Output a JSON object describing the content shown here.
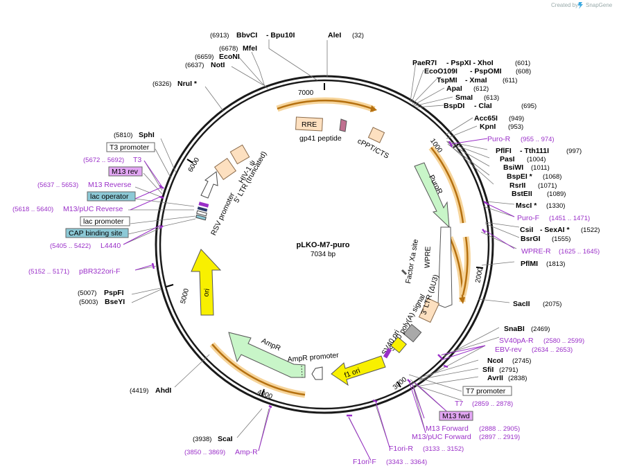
{
  "credit": {
    "created_by": "Created by",
    "brand": "SnapGene"
  },
  "plasmid": {
    "name": "pLKO-M7-puro",
    "size": "7034 bp"
  },
  "ticks": [
    "7000",
    "1000",
    "2000",
    "3000",
    "4000",
    "5000",
    "6000"
  ],
  "sites": {
    "bbvci": {
      "pos": "(6913)",
      "name": "BbvCI",
      "extra": "- Bpu10I"
    },
    "alei": {
      "name": "AleI",
      "pos": "(32)"
    },
    "mfei": {
      "pos": "(6678)",
      "name": "MfeI"
    },
    "econi": {
      "pos": "(6659)",
      "name": "EcoNI"
    },
    "noti": {
      "pos": "(6637)",
      "name": "NotI"
    },
    "nrui": {
      "pos": "(6326)",
      "name": "NruI *"
    },
    "sphi": {
      "pos": "(5810)",
      "name": "SphI"
    },
    "pspfi": {
      "pos": "(5007)",
      "name": "PspFI"
    },
    "bseyi": {
      "pos": "(5003)",
      "name": "BseYI"
    },
    "ahdi": {
      "pos": "(4419)",
      "name": "AhdI"
    },
    "scai": {
      "pos": "(3938)",
      "name": "ScaI"
    },
    "paer7i": {
      "name": "PaeR7I",
      "extra": "- PspXI  - XhoI",
      "pos": "(601)"
    },
    "eco0109i": {
      "name": "EcoO109I",
      "extra": "- PspOMI",
      "pos": "(608)"
    },
    "tspmi": {
      "name": "TspMI",
      "extra": "- XmaI",
      "pos": "(611)"
    },
    "apai": {
      "name": "ApaI",
      "pos": "(612)"
    },
    "smai": {
      "name": "SmaI",
      "pos": "(613)"
    },
    "bspdi": {
      "name": "BspDI",
      "extra": "- ClaI",
      "pos": "(695)"
    },
    "acc65i": {
      "name": "Acc65I",
      "pos": "(949)"
    },
    "kpni": {
      "name": "KpnI",
      "pos": "(953)"
    },
    "pflfi": {
      "name": "PflFI",
      "extra": "- Tth111I",
      "pos": "(997)"
    },
    "pasi": {
      "name": "PasI",
      "pos": "(1004)"
    },
    "bsiwi": {
      "name": "BsiWI",
      "pos": "(1011)"
    },
    "bspei": {
      "name": "BspEI *",
      "pos": "(1068)"
    },
    "rsrii": {
      "name": "RsrII",
      "pos": "(1071)"
    },
    "bsteii": {
      "name": "BstEII",
      "pos": "(1089)"
    },
    "msci": {
      "name": "MscI *",
      "pos": "(1330)"
    },
    "csii": {
      "name": "CsiI",
      "extra": "- SexAI *",
      "pos": "(1522)"
    },
    "bsrgi": {
      "name": "BsrGI",
      "pos": "(1555)"
    },
    "pflmi": {
      "name": "PflMI",
      "pos": "(1813)"
    },
    "sacii": {
      "name": "SacII",
      "pos": "(2075)"
    },
    "snabi": {
      "name": "SnaBI",
      "pos": "(2469)"
    },
    "ncoi": {
      "name": "NcoI",
      "pos": "(2745)"
    },
    "sfii": {
      "name": "SfiI",
      "pos": "(2791)"
    },
    "avrii": {
      "name": "AvrII",
      "pos": "(2838)"
    }
  },
  "primers": {
    "t3": {
      "pos": "(5672 .. 5692)",
      "name": "T3"
    },
    "m13rev_boxed": {
      "name": "M13 rev"
    },
    "m13reverse": {
      "pos": "(5637 .. 5653)",
      "name": "M13 Reverse"
    },
    "m13puc_rev": {
      "pos": "(5618 .. 5640)",
      "name": "M13/pUC Reverse"
    },
    "l4440": {
      "pos": "(5405 .. 5422)",
      "name": "L4440"
    },
    "pbr322ori_f": {
      "pos": "(5152 .. 5171)",
      "name": "pBR322ori-F"
    },
    "amp_r": {
      "pos": "(3850 .. 3869)",
      "name": "Amp-R"
    },
    "f1ori_f": {
      "name": "F1ori-F",
      "pos": "(3343 .. 3364)"
    },
    "f1ori_r": {
      "name": "F1ori-R",
      "pos": "(3133 .. 3152)"
    },
    "m13puc_fwd": {
      "name": "M13/pUC Forward",
      "pos": "(2897 .. 2919)"
    },
    "m13forward": {
      "name": "M13 Forward",
      "pos": "(2888 .. 2905)"
    },
    "m13fwd_boxed": {
      "name": "M13 fwd"
    },
    "t7": {
      "name": "T7",
      "pos": "(2859 .. 2878)"
    },
    "ebv_rev": {
      "name": "EBV-rev",
      "pos": "(2634 .. 2653)"
    },
    "sv40pa_r": {
      "name": "SV40pA-R",
      "pos": "(2580 .. 2599)"
    },
    "wpre_r": {
      "name": "WPRE-R",
      "pos": "(1625 .. 1645)"
    },
    "puro_f": {
      "name": "Puro-F",
      "pos": "(1451 .. 1471)"
    },
    "puro_r": {
      "name": "Puro-R",
      "pos": "(955 .. 974)"
    }
  },
  "boxed": {
    "t3_promoter": "T3 promoter",
    "lac_operator": "lac operator",
    "lac_promoter": "lac promoter",
    "cap_site": "CAP binding site",
    "t7_promoter": "T7 promoter"
  },
  "features": {
    "rre": "RRE",
    "gp41": "gp41 peptide",
    "cppt": "cPPT/CTS",
    "hiv1psi": "HIV-1 ψ",
    "ltr5": "5' LTR (truncated)",
    "rsv": "RSV promoter",
    "puror": "PuroR",
    "wpre": "WPRE",
    "factorxa": "Factor Xa site",
    "ltr3": "3' LTR (ΔU3)",
    "sv40polya": "SV40 poly(A) signal",
    "sv40ori": "SV40 ori",
    "f1ori": "f1 ori",
    "ampr_promoter": "AmpR promoter",
    "ampr": "AmpR",
    "ori": "ori"
  },
  "colors": {
    "backbone": "#1a1a1a",
    "orange_arrow": "#b5700f",
    "orange_glow": "#f6d49a",
    "green_arrow": "#c8f5c8",
    "yellow": "#f8f000",
    "peach": "#fde0c0",
    "primer": "#9a2fc8",
    "box_purple": "#e2a6f3",
    "box_teal": "#8cc9d6",
    "grey": "#a9a9a9"
  }
}
